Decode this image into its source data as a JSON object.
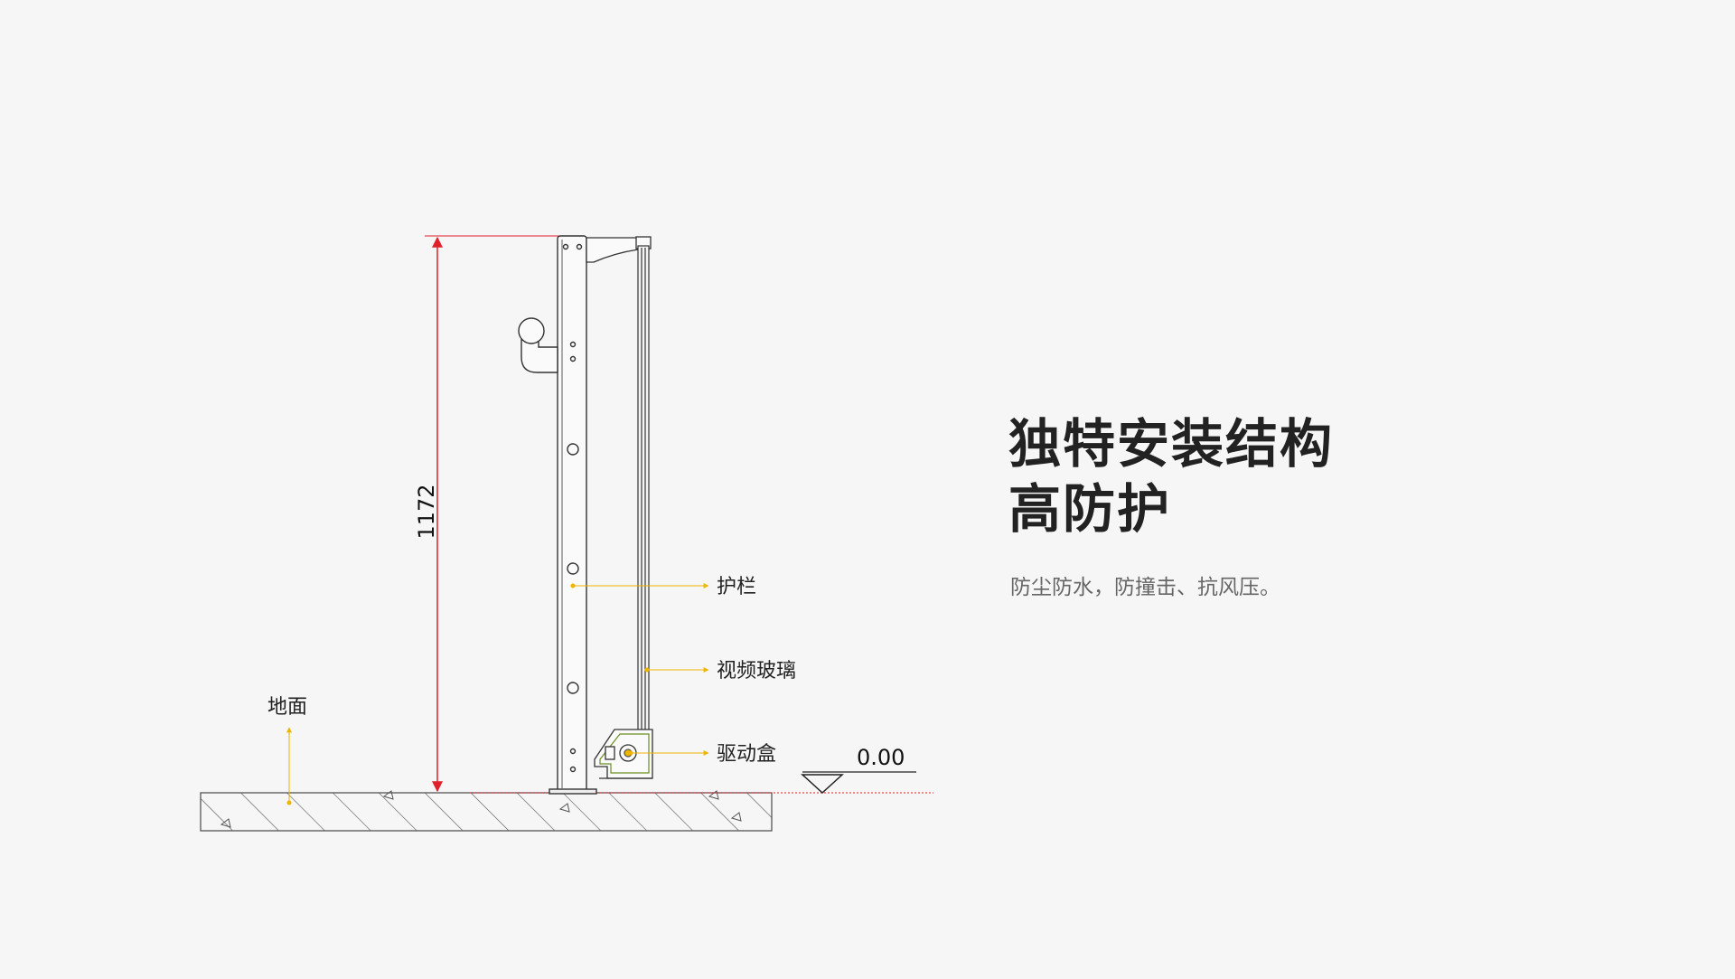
{
  "headline": {
    "line1": "独特安装结构",
    "line2": "高防护"
  },
  "subtitle": "防尘防水，防撞击、抗风压。",
  "diagram": {
    "dimension_height": "1172",
    "level_mark": "0.00",
    "labels": {
      "railing": "护栏",
      "glass": "视频玻璃",
      "drive_box": "驱动盒",
      "ground": "地面"
    }
  },
  "colors": {
    "background": "#f6f6f6",
    "dimension_line": "#e0202a",
    "leader_line": "#f0b400",
    "drive_box_accent": "#6b8e23"
  }
}
